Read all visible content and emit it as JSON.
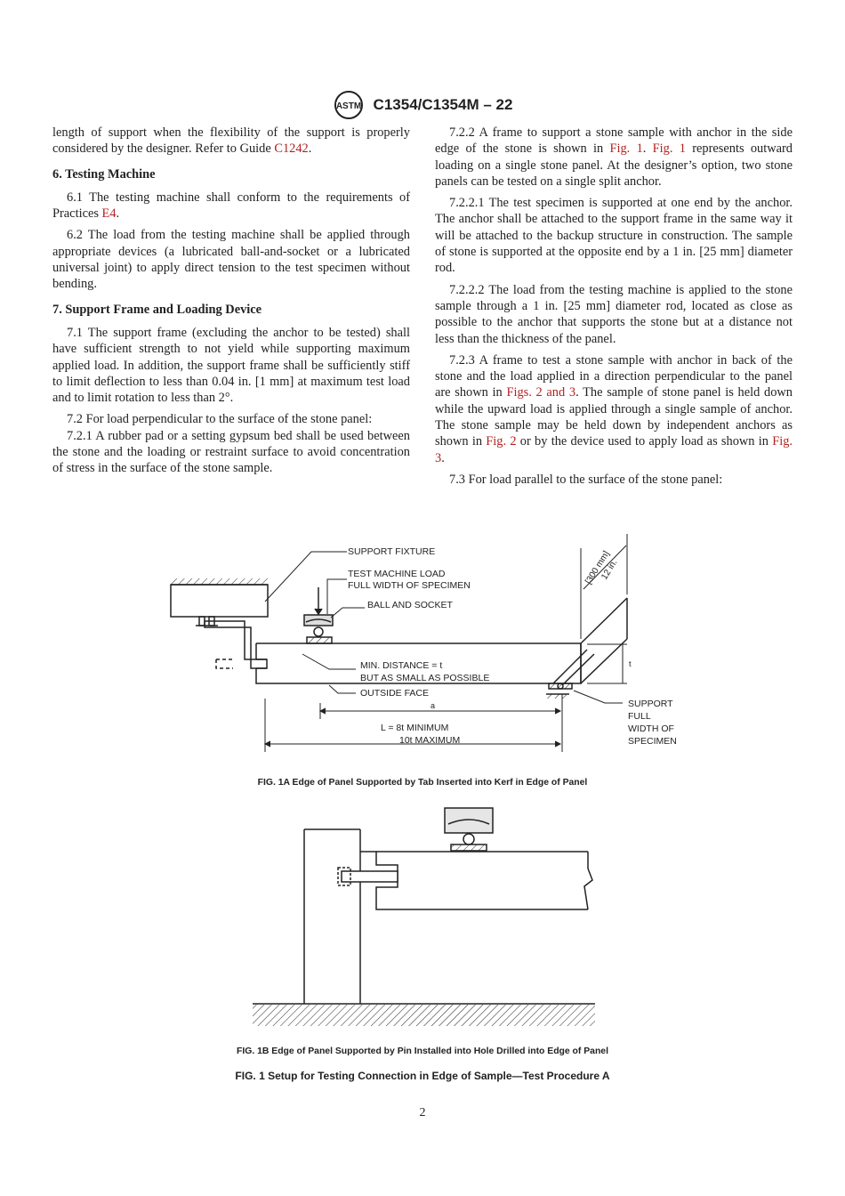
{
  "header": {
    "designation": "C1354/C1354M – 22"
  },
  "left_column": {
    "p_intro": "length of support when the flexibility of the support is properly considered by the designer. Refer to Guide ",
    "p_intro_link": "C1242",
    "p_intro_end": ".",
    "h6": "6.  Testing Machine",
    "p6_1": "6.1  The testing machine shall conform to the requirements of Practices ",
    "p6_1_link": "E4",
    "p6_1_end": ".",
    "p6_2": "6.2  The load from the testing machine shall be applied through appropriate devices (a lubricated ball-and-socket or a lubricated universal joint) to apply direct tension to the test specimen without bending.",
    "h7": "7.  Support Frame and Loading Device",
    "p7_1": "7.1  The support frame (excluding the anchor to be tested) shall have sufficient strength to not yield while supporting maximum applied load. In addition, the support frame shall be sufficiently stiff to limit deflection to less than 0.04 in. [1 mm] at maximum test load and to limit rotation to less than 2°.",
    "p7_2": "7.2  For load perpendicular to the surface of the stone panel:",
    "p7_2_1": "7.2.1  A rubber pad or a setting gypsum bed shall be used between the stone and the loading or restraint surface to avoid concentration of stress in the surface of the stone sample."
  },
  "right_column": {
    "p7_2_2a": "7.2.2  A frame to support a stone sample with anchor in the side edge of the stone is shown in ",
    "p7_2_2_link1": "Fig. 1",
    "p7_2_2_sep": ". ",
    "p7_2_2_link2": "Fig. 1",
    "p7_2_2b": " represents outward loading on a single stone panel. At the designer’s option, two stone panels can be tested on a single split anchor.",
    "p7_2_2_1": "7.2.2.1  The test specimen is supported at one end by the anchor. The anchor shall be attached to the support frame in the same way it will be attached to the backup structure in construction. The sample of stone is supported at the opposite end by a 1 in. [25 mm] diameter rod.",
    "p7_2_2_2": "7.2.2.2  The load from the testing machine is applied to the stone sample through a 1 in. [25 mm] diameter rod, located as close as possible to the anchor that supports the stone but at a distance not less than the thickness of the panel.",
    "p7_2_3a": "7.2.3  A frame to test a stone sample with anchor in back of the stone and the load applied in a direction perpendicular to the panel are shown in ",
    "p7_2_3_link1": "Figs. 2 and 3",
    "p7_2_3b": ". The sample of stone panel is held down while the upward load is applied through a single sample of anchor. The stone sample may be held down by independent anchors as shown in ",
    "p7_2_3_link2": "Fig. 2",
    "p7_2_3c": " or by the device used to apply load as shown in ",
    "p7_2_3_link3": "Fig. 3",
    "p7_2_3d": ".",
    "p7_3": "7.3  For load parallel to the surface of the stone panel:"
  },
  "figure_1a": {
    "labels": {
      "support_fixture": "SUPPORT FIXTURE",
      "test_load_1": "TEST MACHINE LOAD",
      "test_load_2": "FULL WIDTH OF SPECIMEN",
      "ball_socket": "BALL AND SOCKET",
      "min_dist_1": "MIN. DISTANCE = t",
      "min_dist_2": "BUT AS SMALL AS POSSIBLE",
      "outside_face": "OUTSIDE FACE",
      "a": "a",
      "l_1": "L = 8t MINIMUM",
      "l_2": "10t MAXIMUM",
      "t": "t",
      "support_1": "SUPPORT",
      "support_2": "FULL",
      "support_3": "WIDTH OF",
      "support_4": "SPECIMEN",
      "dim_mm": "[300 mm]",
      "dim_in": "12 in."
    },
    "caption": "FIG. 1A  Edge of Panel Supported by Tab Inserted into Kerf in Edge of Panel"
  },
  "figure_1b": {
    "caption": "FIG. 1B  Edge of Panel Supported by Pin Installed into Hole Drilled into Edge of Panel"
  },
  "figure_1": {
    "caption": "FIG. 1  Setup for Testing Connection in Edge of Sample—Test Procedure A"
  },
  "page_number": "2"
}
